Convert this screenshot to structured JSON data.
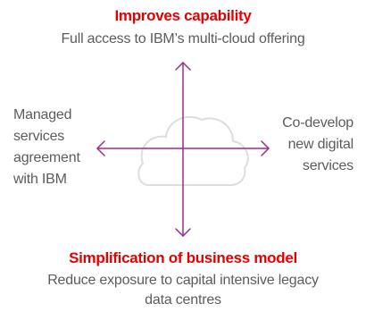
{
  "top": {
    "heading": "Improves capability",
    "description": "Full access to IBM’s multi-cloud offering"
  },
  "left": {
    "lines": [
      "Managed",
      "services",
      "agreement",
      "with IBM"
    ]
  },
  "right": {
    "lines": [
      "Co-develop",
      "new digital",
      "services"
    ]
  },
  "bottom": {
    "heading": "Simplification of business model",
    "description_lines": [
      "Reduce exposure to capital intensive legacy",
      "data centres"
    ]
  },
  "colors": {
    "heading_red": "#e60000",
    "arrow_purple": "#9c2a8e",
    "cloud_outline": "#dddddd",
    "body_text": "#5c5c5c"
  },
  "icons": {
    "center": "cloud-icon",
    "arrows": [
      "arrow-up-icon",
      "arrow-down-icon",
      "arrow-left-icon",
      "arrow-right-icon"
    ]
  }
}
